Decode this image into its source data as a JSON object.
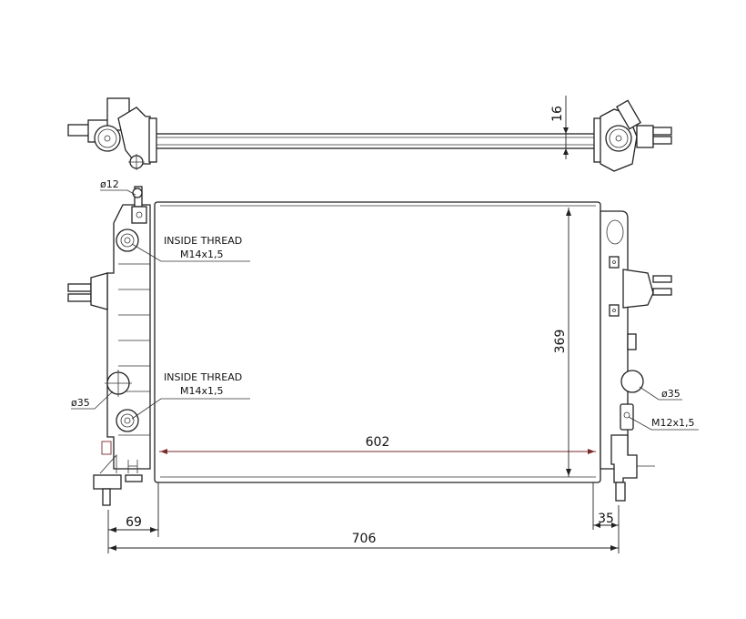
{
  "title": "Radiator technical drawing",
  "dimensions": {
    "core_width": "602",
    "core_height": "369",
    "overall_width": "706",
    "left_offset": "69",
    "right_offset": "35",
    "core_thickness": "16"
  },
  "callouts": {
    "top_inlet_diameter": "ø12",
    "thread_top_line1": "INSIDE THREAD",
    "thread_top_line2": "M14x1,5",
    "thread_bottom_line1": "INSIDE THREAD",
    "thread_bottom_line2": "M14x1,5",
    "left_pipe_diameter": "ø35",
    "right_pipe_diameter": "ø35",
    "drain_thread": "M12x1,5"
  }
}
